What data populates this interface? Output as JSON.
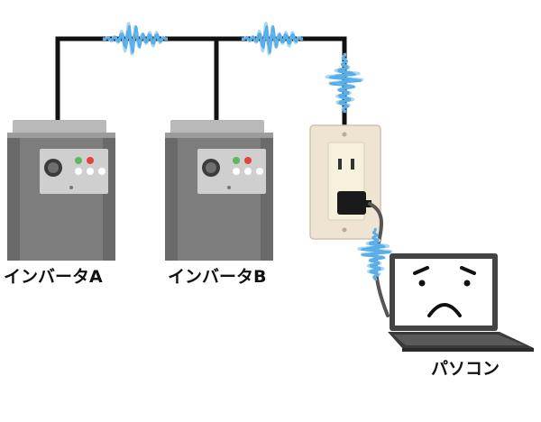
{
  "labels": {
    "inverter_a": "インバータA",
    "inverter_b": "インバータB",
    "pc": "パソコン"
  },
  "colors": {
    "wire": "#111111",
    "noise": "#5aaee8",
    "noise_light": "#a9d6f5",
    "inverter_body": "#808080",
    "inverter_dark": "#5e5e5e",
    "inverter_panel": "#9a9a9a",
    "led_green": "#5cb85c",
    "led_red": "#e0443a",
    "outlet_plate": "#efe4d2",
    "outlet_inner": "#f6f1dc",
    "plug": "#1a1a1a",
    "laptop_frame": "#444444",
    "laptop_screen": "#ffffff"
  },
  "icons": {
    "inverter": "inverter-icon",
    "outlet": "wall-outlet-icon",
    "laptop": "laptop-icon",
    "sad_face": "sad-face-icon",
    "noise": "noise-wave-icon"
  }
}
